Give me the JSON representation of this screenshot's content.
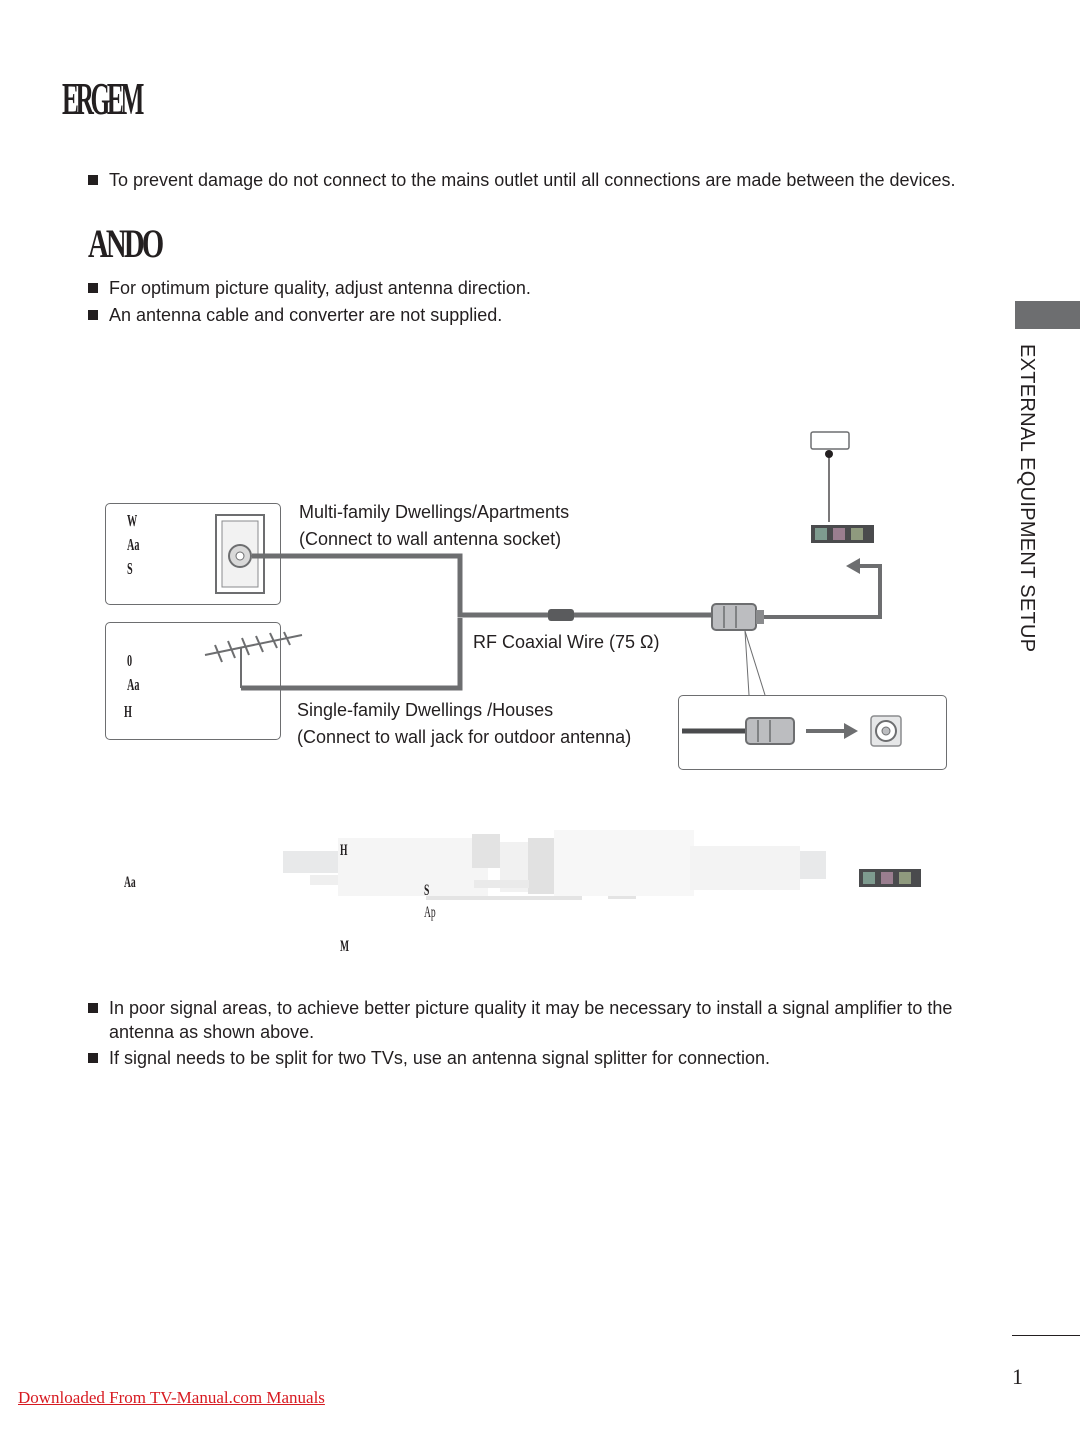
{
  "page": {
    "title": "ERGEM",
    "subtitle": "ANDO",
    "side_tab_text": "EXTERNAL EQUIPMENT SETUP",
    "page_number": "1",
    "footer_link": "Downloaded From TV-Manual.com Manuals"
  },
  "notes_top": [
    "To prevent damage do not connect to the mains outlet until all connections are made between the devices."
  ],
  "notes_antenna": [
    "For optimum picture quality, adjust antenna direction.",
    "An antenna cable and converter are not supplied."
  ],
  "diagram": {
    "wall_box_label_lines": [
      "W",
      "Aa",
      "S"
    ],
    "outdoor_box_label_lines": [
      "0",
      "Aa",
      "H"
    ],
    "multi_family_line1": "Multi-family Dwellings/Apartments",
    "multi_family_line2": "(Connect to wall antenna socket)",
    "rf_wire": "RF Coaxial Wire (75 Ω)",
    "single_family_line1": "Single-family Dwellings /Houses",
    "single_family_line2": "(Connect to wall jack for outdoor antenna)"
  },
  "amp_diagram": {
    "antenna_label": "Aa",
    "top_label": "H",
    "mid_label": "S",
    "amp_label": "Ap",
    "bottom_label": "M"
  },
  "notes_bottom": [
    "In poor signal areas, to achieve better picture quality it may be necessary to install a signal amplifier to the antenna as shown above.",
    "If signal needs to be split for two TVs, use an antenna signal splitter for connection."
  ],
  "colors": {
    "text": "#231f20",
    "cable_gray": "#6d6e70",
    "footer_red": "#d71a21"
  }
}
